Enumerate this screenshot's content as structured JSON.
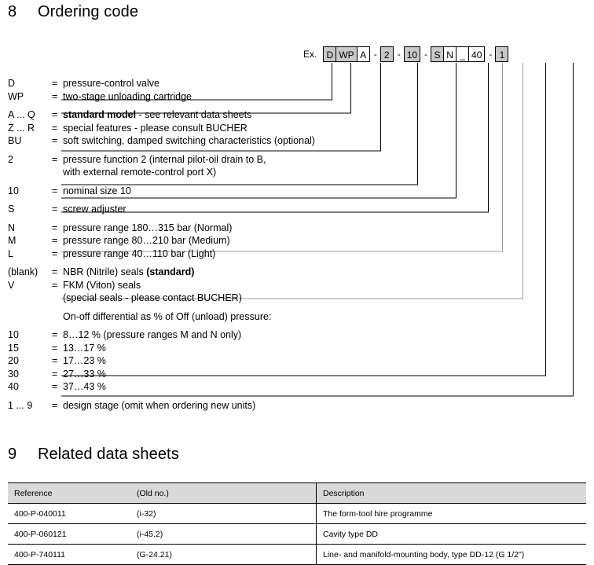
{
  "sections": {
    "ordering": {
      "number": "8",
      "title": "Ordering code"
    },
    "related": {
      "number": "9",
      "title": "Related data sheets"
    }
  },
  "example": {
    "label": "Ex.",
    "cells": [
      {
        "text": "D",
        "shaded": true
      },
      {
        "text": "WP",
        "shaded": true
      },
      {
        "text": "A",
        "shaded": false
      },
      {
        "text": "-",
        "sep": true
      },
      {
        "text": "2",
        "shaded": true
      },
      {
        "text": "-",
        "sep": true
      },
      {
        "text": "10",
        "shaded": true
      },
      {
        "text": "-",
        "sep": true
      },
      {
        "text": "S",
        "shaded": true
      },
      {
        "text": "N",
        "shaded": false
      },
      {
        "text": "_",
        "shaded": false
      },
      {
        "text": "40",
        "shaded": false
      },
      {
        "text": "-",
        "sep": true
      },
      {
        "text": "1",
        "shaded": true
      }
    ]
  },
  "legend": [
    {
      "key": "D",
      "eq": "=",
      "text": "pressure-control valve"
    },
    {
      "key": "WP",
      "eq": "=",
      "text": "two-stage unloading cartridge"
    },
    {
      "key": "A ... Q",
      "eq": "=",
      "text": "standard model - see relevant data sheets",
      "bold_prefix": "standard model"
    },
    {
      "key": "Z ... R",
      "eq": "=",
      "text": "special features - please consult BUCHER"
    },
    {
      "key": "BU",
      "eq": "=",
      "text": "soft switching, damped switching characteristics (optional)"
    },
    {
      "key": "2",
      "eq": "=",
      "text": "pressure function 2 (internal pilot-oil drain to B,"
    },
    {
      "key": "",
      "eq": "",
      "text": "with external remote-control port X)"
    },
    {
      "key": "10",
      "eq": "=",
      "text": "nominal size 10"
    },
    {
      "key": "S",
      "eq": "=",
      "text": "screw adjuster"
    },
    {
      "key": "N",
      "eq": "=",
      "text": "pressure range 180…315 bar (Normal)"
    },
    {
      "key": "M",
      "eq": "=",
      "text": "pressure range   80…210 bar (Medium)"
    },
    {
      "key": "L",
      "eq": "=",
      "text": "pressure range   40…110 bar (Light)"
    },
    {
      "key": "(blank)",
      "eq": "=",
      "text": "NBR (Nitrile) seals  (standard)",
      "bold_suffix": "(standard)"
    },
    {
      "key": "V",
      "eq": "=",
      "text": "FKM (Viton) seals"
    },
    {
      "key": "",
      "eq": "",
      "text": "(special seals - please contact BUCHER)"
    },
    {
      "key": "",
      "eq": "",
      "text": "On-off differential as % of Off (unload) pressure:"
    },
    {
      "key": "10",
      "eq": "=",
      "text": "  8…12 % (pressure ranges M and N only)"
    },
    {
      "key": "15",
      "eq": "=",
      "text": "13…17 %"
    },
    {
      "key": "20",
      "eq": "=",
      "text": "17…23 %"
    },
    {
      "key": "30",
      "eq": "=",
      "text": "27…33 %"
    },
    {
      "key": "40",
      "eq": "=",
      "text": "37…43 %"
    },
    {
      "key": "1 ... 9",
      "eq": "=",
      "text": "design stage (omit when ordering new units)"
    }
  ],
  "table": {
    "headers": [
      "Reference",
      "(Old no.)",
      "Description"
    ],
    "rows": [
      [
        "400-P-040011",
        "(i-32)",
        "The form-tool hire programme"
      ],
      [
        "400-P-060121",
        "(i-45.2)",
        "Cavity type DD"
      ],
      [
        "400-P-740111",
        "(G-24.21)",
        "Line- and manifold-mounting body, type DD-12 (G 1/2\")"
      ]
    ]
  },
  "colors": {
    "shaded_cell": "#c8c8c8",
    "table_header": "#d9d9d9",
    "line_black": "#000000",
    "line_gray": "#9a9a9a"
  }
}
